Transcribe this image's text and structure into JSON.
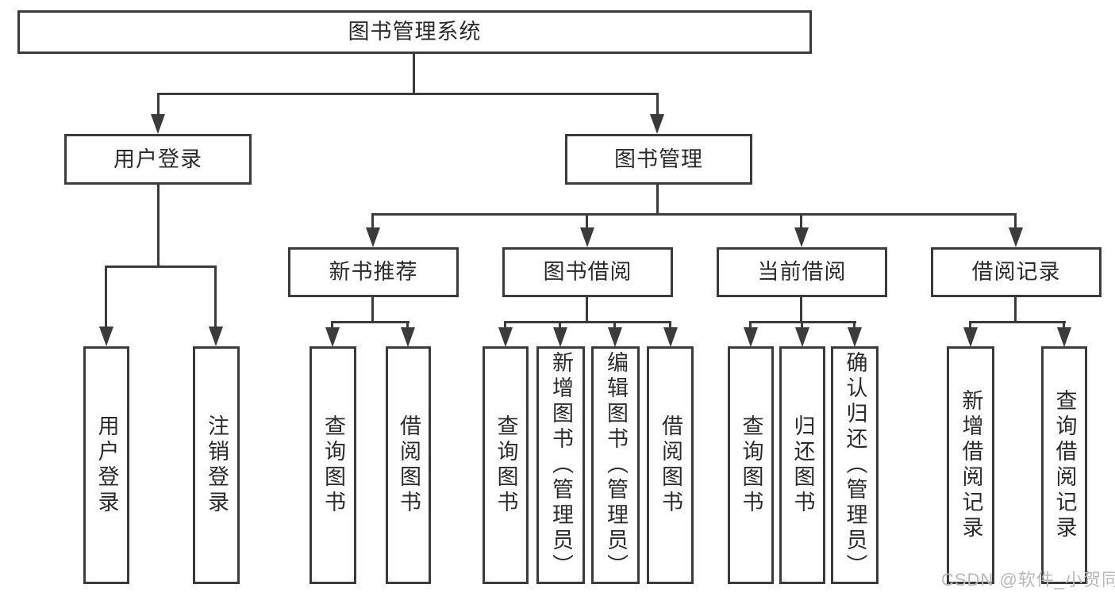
{
  "diagram": {
    "root": "图书管理系统",
    "level2": [
      "用户登录",
      "图书管理"
    ],
    "level3": [
      "新书推荐",
      "图书借阅",
      "当前借阅",
      "借阅记录"
    ],
    "leaves": {
      "account": [
        "用户登录",
        "注销登录"
      ],
      "new_book": [
        "查询图书",
        "借阅图书"
      ],
      "borrow": [
        "查询图书",
        "新增图书（管理员）",
        "编辑图书（管理员）",
        "借阅图书"
      ],
      "current": [
        "查询图书",
        "归还图书",
        "确认归还（管理员）"
      ],
      "records": [
        "新增借阅记录",
        "查询借阅记录"
      ]
    }
  },
  "watermark": "CSDN @软件_小贺同学",
  "colors": {
    "line": "#3b3b3b",
    "text": "#2b2b2b",
    "background": "#ffffff",
    "watermark": "#b9b9b9"
  }
}
